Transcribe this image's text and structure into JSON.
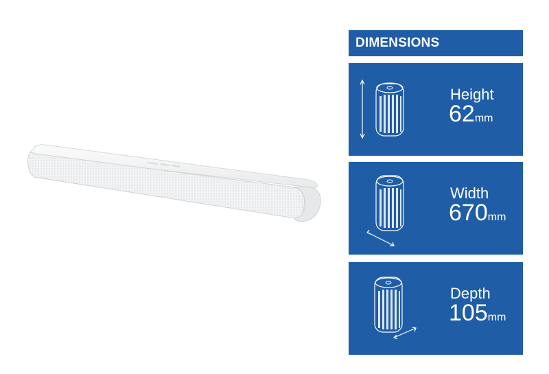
{
  "header": {
    "title": "DIMENSIONS"
  },
  "dimensions": [
    {
      "label": "Height",
      "value": "62",
      "unit": "mm",
      "arrow": "vertical"
    },
    {
      "label": "Width",
      "value": "670",
      "unit": "mm",
      "arrow": "diagonal-front"
    },
    {
      "label": "Depth",
      "value": "105",
      "unit": "mm",
      "arrow": "diagonal-side"
    }
  ],
  "colors": {
    "panel_blue": "#1f5da7",
    "bar_white": "#f2f3f4"
  }
}
